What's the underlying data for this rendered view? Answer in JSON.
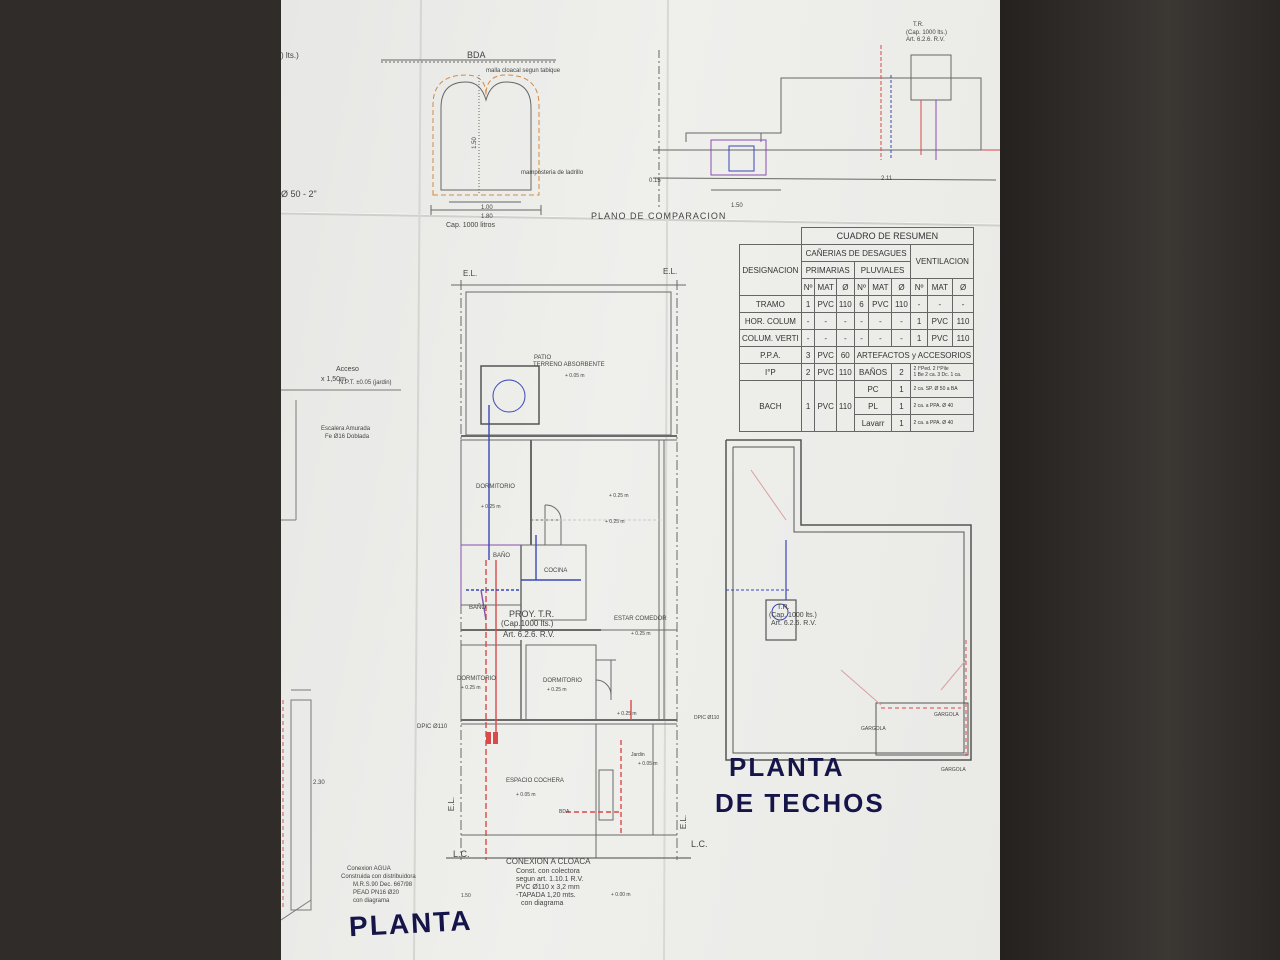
{
  "sheet": {
    "title_planta": "PLANTA",
    "title_techos_1": "PLANTA",
    "title_techos_2": "DE TECHOS",
    "plano_comparacion": "PLANO DE COMPARACION",
    "top_left_fragment": ") lts.)",
    "bda": "BDA",
    "malla": "malla cloacal segun tabique",
    "cap_tanque": "Cap. 1000 litros",
    "diam": "Ø 50 - 2\"",
    "dim_150": "1.50",
    "dim_100": "1.00",
    "dim_180": "1.80",
    "tr_top": "T.R.",
    "tr_top_cap": "(Cap. 1000 lts.)",
    "tr_top_art": "Art. 6.2.6. R.V.",
    "dim_211": "2.11",
    "dim_150b": "1.50",
    "dim_015": "0.15",
    "mamposteria": "mamposteria de ladrillo",
    "acceso": "Acceso",
    "acceso_dim": "x 1,50m",
    "npt_jardin": "N.P.T. ±0.05 (jardin)",
    "escalera": "Escalera Amurada",
    "escalera_fe": "Fe Ø16 Doblada",
    "dim_230": "2.30",
    "el": "E.L.",
    "lc": "L.C.",
    "terreno": "TERRENO ABSORBENTE",
    "patio": "PATIO",
    "dormitorio": "DORMITORIO",
    "bano": "BAÑO",
    "cocina": "COCINA",
    "estar": "ESTAR COMEDOR",
    "proy_tr": "PROY. T.R.",
    "proy_cap": "(Cap.1000 lts.)",
    "proy_art": "Art. 6.2.6. R.V.",
    "cochera": "ESPACIO COCHERA",
    "jardin": "Jardin",
    "level_025": "+ 0.25 m",
    "level_005": "+ 0.05 m",
    "level_000": "+ 0.00 m",
    "dpic": "DPIC Ø110",
    "bda_lower": "BDA",
    "conexion_agua": "Conexion AGUA",
    "agua_1": "Construida con distribuidora",
    "agua_2": "M.R.S.90 Dec. 667/98",
    "agua_3": "PEAD PN16 Ø20",
    "agua_4": "con diagrama",
    "conexion_cloaca": "CONEXION A CLOACA",
    "cloaca_1": "Const. con colectora",
    "cloaca_2": "segun art. 1.10.1 R.V.",
    "cloaca_3": "PVC Ø110 x 3,2 mm",
    "cloaca_4": "-TAPADA 1,20 mts.",
    "cloaca_5": "con diagrama",
    "dim_150c": "1.50",
    "roof_tr": "T.R.",
    "roof_cap": "(Cap. 1000 lts.)",
    "roof_art": "Art. 6.2.6. R.V.",
    "gargola": "GARGOLA",
    "dpic_roof": "DPIC Ø110"
  },
  "table": {
    "title": "CUADRO DE RESUMEN",
    "h_canerias": "CAÑERIAS DE DESAGUES",
    "h_designacion": "DESIGNACION",
    "h_primarias": "PRIMARIAS",
    "h_pluviales": "PLUVIALES",
    "h_ventilacion": "VENTILACION",
    "h_n": "Nº",
    "h_mat": "MAT",
    "h_diam": "Ø",
    "rows": [
      {
        "name": "TRAMO",
        "pn": "1",
        "pm": "PVC",
        "pd": "110",
        "ln": "6",
        "lm": "PVC",
        "ld": "110",
        "vn": "-",
        "vm": "-",
        "vd": "-"
      },
      {
        "name": "HOR. COLUM",
        "pn": "-",
        "pm": "-",
        "pd": "-",
        "ln": "-",
        "lm": "-",
        "ld": "-",
        "vn": "1",
        "vm": "PVC",
        "vd": "110"
      },
      {
        "name": "COLUM. VERTI",
        "pn": "-",
        "pm": "-",
        "pd": "-",
        "ln": "-",
        "lm": "-",
        "ld": "-",
        "vn": "1",
        "vm": "PVC",
        "vd": "110"
      }
    ],
    "ppa": {
      "name": "P.P.A.",
      "n": "3",
      "m": "PVC",
      "d": "60"
    },
    "ip": {
      "name": "I°P",
      "n": "2",
      "m": "PVC",
      "d": "110"
    },
    "bach": {
      "name": "BACH",
      "n": "1",
      "m": "PVC",
      "d": "110"
    },
    "artefactos": "ARTEFACTOS y ACCESORIOS",
    "banos": "BAÑOS",
    "banos_n": "2",
    "banos_desc_1": "2 I°Ped. 2 I°Pile",
    "banos_desc_2": "1 Be 2 ca. 3 Dc. 1 ca.",
    "pc": "PC",
    "pc_n": "1",
    "pc_desc": "2 ca. SP. Ø 50 a BA",
    "pl": "PL",
    "pl_n": "1",
    "pl_desc": "2 ca. a PPA. Ø 40",
    "lavarr": "Lavarr",
    "lavarr_n": "1",
    "lavarr_desc": "2 ca. a PPA. Ø 40"
  },
  "colors": {
    "paper": "#ecece9",
    "line": "#6a6a6a",
    "pipe_red": "#d94a4a",
    "pipe_blue": "#3a48b8",
    "pipe_purple": "#8a4fb0",
    "title_navy": "#15154a",
    "background": "#2f2c2a"
  }
}
